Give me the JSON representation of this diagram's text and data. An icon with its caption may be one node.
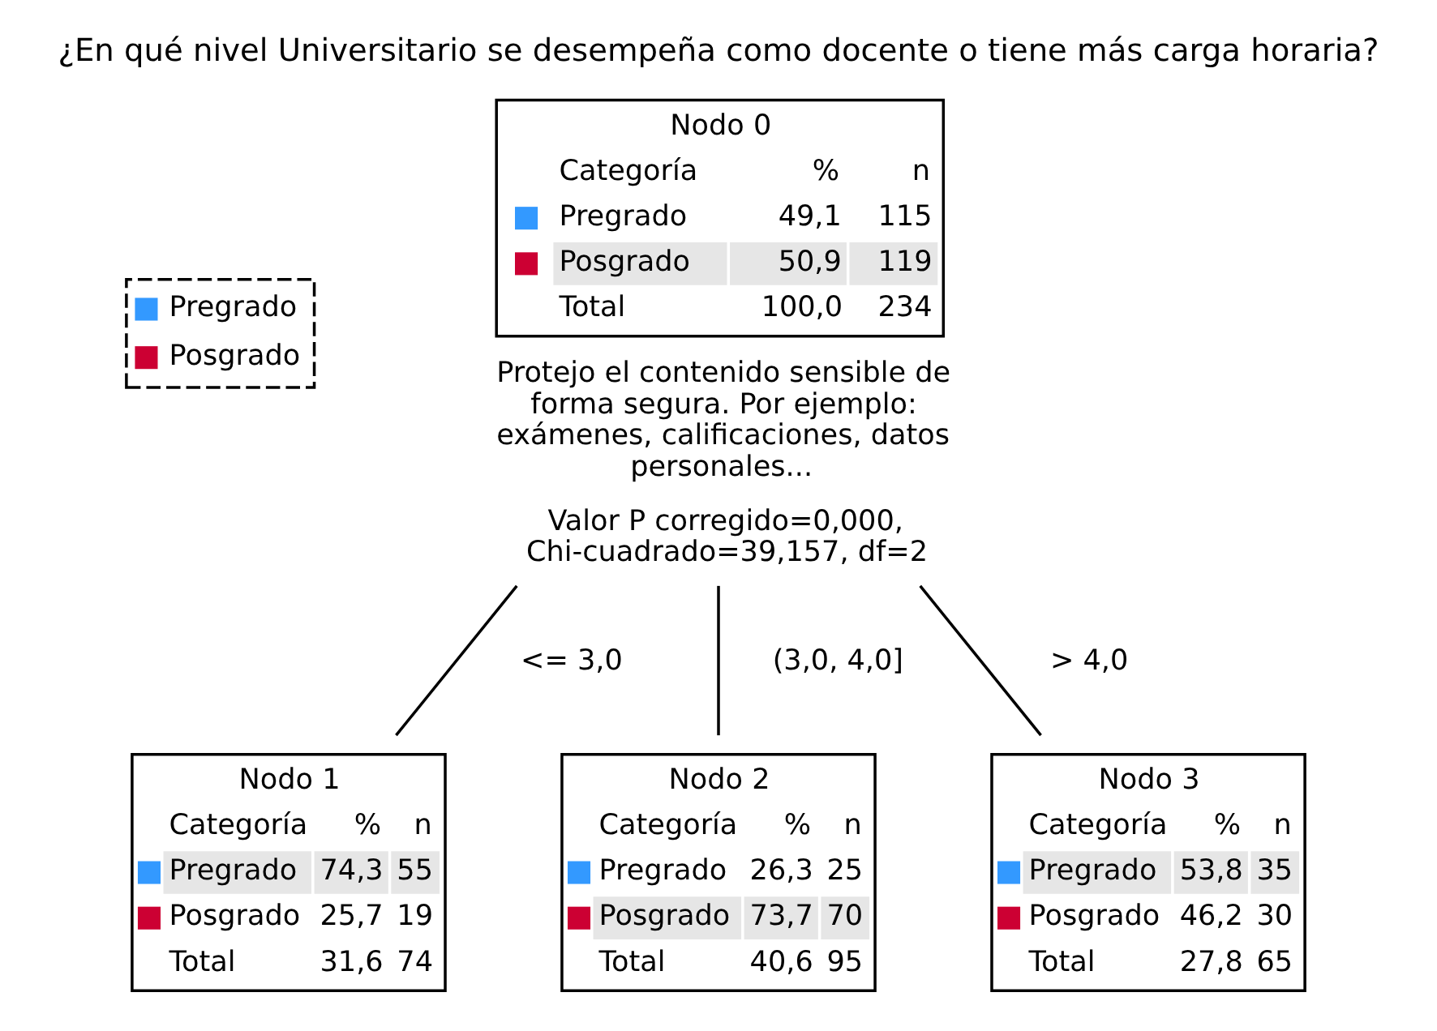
{
  "diagram": {
    "title": "¿En qué nivel Universitario se desempeña como docente o tiene más carga horaria?",
    "nodes": [
      {
        "text": [
          "Nodo 0",
          "Categoría",
          "%",
          "n",
          "Pregrado",
          "49,1",
          "115",
          "Posgrado",
          "50,9",
          "119",
          "Total",
          "100,0",
          "234"
        ],
        "beside": [
          "Protejo el contenido sensible de forma segura. Por ejemplo: exámenes, calificaciones, datos personales...",
          "Valor P corregido=0,000, Chi-cuadrado=39,157, df=2"
        ]
      },
      {
        "text": [
          "Nodo 1",
          "Categoría",
          "%",
          "n",
          "Pregrado",
          "74,3",
          "55",
          "Posgrado",
          "25,7",
          "19",
          "Total",
          "31,6",
          "74"
        ]
      },
      {
        "text": [
          "Nodo 2",
          "Categoría",
          "%",
          "n",
          "Pregrado",
          "26,3",
          "25",
          "Posgrado",
          "73,7",
          "70",
          "Total",
          "40,6",
          "95"
        ]
      },
      {
        "text": [
          "Nodo 3",
          "Categoría",
          "%",
          "n",
          "Pregrado",
          "53,8",
          "35",
          "Posgrado",
          "46,2",
          "30",
          "Total",
          "27,8",
          "65"
        ]
      }
    ],
    "edges": [
      {
        "from": 0,
        "to": 1,
        "arrow": "none",
        "label": "<= 3,0"
      },
      {
        "from": 0,
        "to": 2,
        "arrow": "none",
        "label": "(3,0, 4,0]"
      },
      {
        "from": 0,
        "to": 3,
        "arrow": "none",
        "label": "> 4,0"
      }
    ],
    "legend": [
      {
        "text": "Pregrado",
        "color": "#3399ff"
      },
      {
        "text": "Posgrado",
        "color": "#cc0033"
      }
    ]
  }
}
